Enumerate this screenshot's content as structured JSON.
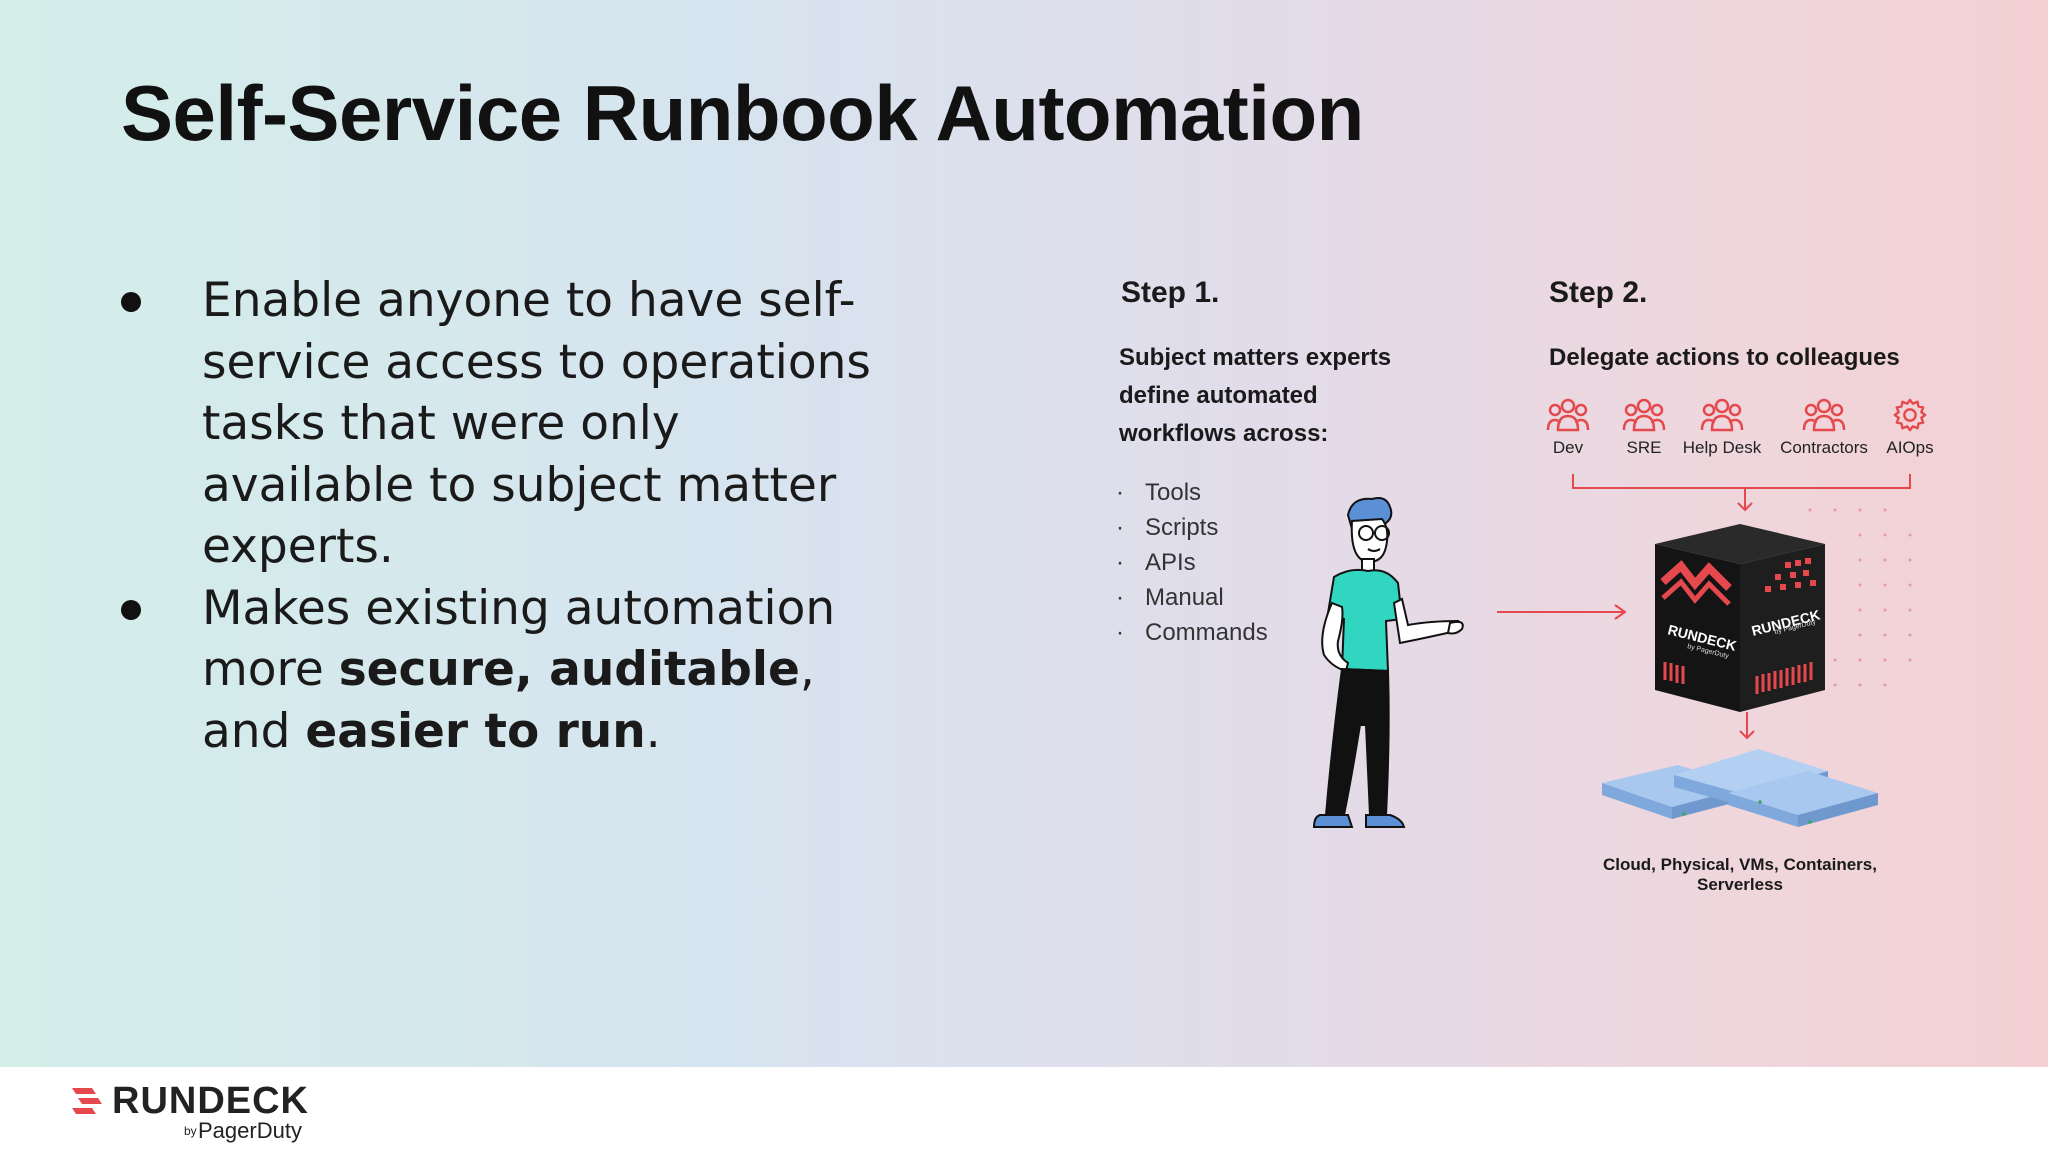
{
  "slide": {
    "title": "Self-Service Runbook Automation",
    "bullets": [
      {
        "text_plain": "Enable anyone to have self-service access to operations tasks that were only available to subject matter experts."
      },
      {
        "prefix": "Makes existing automation more ",
        "bold1": "secure, auditable",
        "middle": ", and ",
        "bold2": "easier to run",
        "suffix": "."
      }
    ]
  },
  "diagram": {
    "step1": {
      "heading": "Step 1.",
      "subtitle_lines": [
        "Subject matters experts",
        "define automated",
        "workflows across:"
      ],
      "tools": [
        "Tools",
        "Scripts",
        "APIs",
        "Manual",
        "Commands"
      ]
    },
    "step2": {
      "heading": "Step 2.",
      "subtitle": "Delegate actions to colleagues",
      "roles": [
        {
          "label": "Dev",
          "icon": "people-group-icon"
        },
        {
          "label": "SRE",
          "icon": "people-group-icon"
        },
        {
          "label": "Help Desk",
          "icon": "people-group-icon"
        },
        {
          "label": "Contractors",
          "icon": "people-group-icon"
        },
        {
          "label": "AIOps",
          "icon": "gear-icon"
        }
      ],
      "cube_brand_text": "RUNDECK",
      "cube_sub_text": "by PagerDuty",
      "targets_caption": "Cloud, Physical, VMs, Containers, Serverless"
    },
    "accent_color": "#e5484d"
  },
  "footer": {
    "logo_word": "RUNDECK",
    "logo_by": "by",
    "logo_company": "PagerDuty"
  }
}
